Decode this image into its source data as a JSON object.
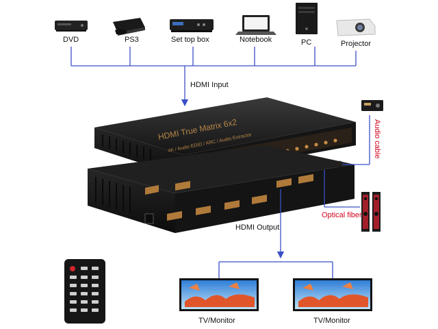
{
  "sources": [
    {
      "label": "DVD",
      "icon": "dvd-player-icon"
    },
    {
      "label": "PS3",
      "icon": "game-console-icon"
    },
    {
      "label": "Set top box",
      "icon": "set-top-box-icon"
    },
    {
      "label": "Notebook",
      "icon": "laptop-icon"
    },
    {
      "label": "PC",
      "icon": "pc-tower-icon"
    },
    {
      "label": "Projector",
      "icon": "projector-icon"
    }
  ],
  "flows": {
    "hdmi_input": "HDMI Input",
    "hdmi_output": "HDMI Output",
    "audio_cable": "Audio cable",
    "optical_fiber": "Optical fiber"
  },
  "device": {
    "title": "HDMI True Matrix 6x2",
    "subtitle": "4K / Audio EDID / ARC / Audio Extractor"
  },
  "outputs": [
    {
      "label": "TV/Monitor",
      "icon": "tv-monitor-icon"
    },
    {
      "label": "TV/Monitor",
      "icon": "tv-monitor-icon"
    }
  ],
  "peripherals": {
    "remote": "remote-control-icon",
    "amplifier": "amplifier-icon",
    "speakers": "speakers-icon"
  },
  "colors": {
    "wire": "#3b4fc7",
    "wire_red": "#d0001a",
    "device_body": "#1c1c1c",
    "device_accent": "#b07a3a"
  }
}
